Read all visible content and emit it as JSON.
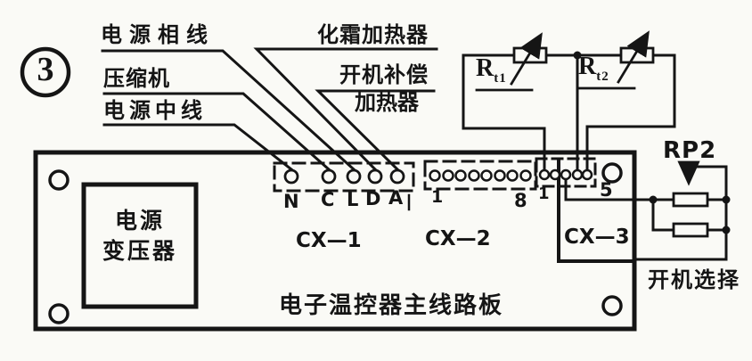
{
  "figure": {
    "number": "3"
  },
  "colors": {
    "ink": "#151515",
    "paper": "#fafaf6"
  },
  "wire_labels": {
    "power_phase_line": "电源相线",
    "compressor": "压缩机",
    "power_neutral_line": "电源中线",
    "defrost_heater": "化霜加热器",
    "startup_compensation_heater_line1": "开机补偿",
    "startup_compensation_heater_line2": "加热器"
  },
  "board": {
    "title": "电子温控器主线路板",
    "transformer": {
      "line1": "电源",
      "line2": "变压器"
    },
    "connectors": {
      "cx1": {
        "label": "CX—1",
        "pin_labels": [
          "N",
          "C",
          "L",
          "D",
          "A"
        ],
        "pin_count": 5
      },
      "cx2": {
        "label": "CX—2",
        "first_pin": "1",
        "last_pin": "8",
        "pin_count": 8
      },
      "cx3": {
        "label": "CX—3",
        "first_pin": "1",
        "last_pin": "5",
        "pin_count": 5
      }
    }
  },
  "components": {
    "rt1": {
      "base": "R",
      "sub": "t1"
    },
    "rt2": {
      "base": "R",
      "sub": "t2"
    },
    "rp2": {
      "label": "RP2"
    },
    "startup_selection": "开机选择"
  }
}
